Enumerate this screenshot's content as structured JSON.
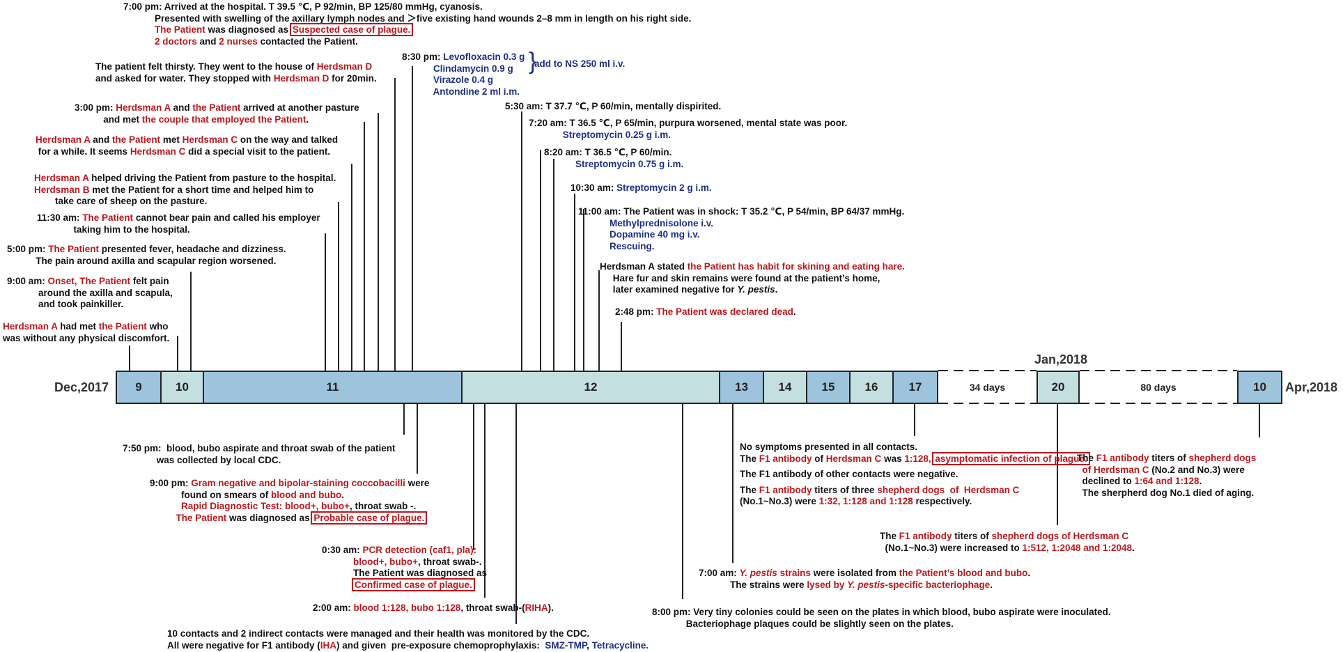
{
  "colors": {
    "red": "#c0161c",
    "blue": "#1c2e8c",
    "text": "#111111",
    "segment_dark": "#9ec3dc",
    "segment_light": "#c4dfe0"
  },
  "timeline": {
    "start_label": "Dec,2017",
    "end_label": "Apr,2018",
    "jan_label": "Jan,2018",
    "segments": [
      {
        "label": "9"
      },
      {
        "label": "10"
      },
      {
        "label": "11"
      },
      {
        "label": "12"
      },
      {
        "label": "13"
      },
      {
        "label": "14"
      },
      {
        "label": "15"
      },
      {
        "label": "16"
      },
      {
        "label": "17"
      },
      {
        "label": "20"
      },
      {
        "label": "10"
      }
    ],
    "gaps": [
      {
        "label": "34 days"
      },
      {
        "label": "80 days"
      }
    ]
  },
  "brace": {
    "label": "add to NS 250 ml i.v."
  },
  "annotations": [
    {
      "lines": [
        [
          {
            "t": "7:00 pm: Arrived at the hospital. T 39.5 ℃, P 92/min, BP 125/80 mmHg, cyanosis.",
            "c": "k"
          }
        ],
        [
          {
            "t": "            Presented with swelling of the axillary lymph nodes and ＞five existing hand wounds 2–8 mm in length on his right side.",
            "c": "k"
          }
        ],
        [
          {
            "t": "            ",
            "c": "k"
          },
          {
            "t": "The Patient",
            "c": "r"
          },
          {
            "t": " was diagnosed as ",
            "c": "k"
          },
          {
            "t": "Suspected case of plague.",
            "c": "r",
            "box": true
          }
        ],
        [
          {
            "t": "            ",
            "c": "k"
          },
          {
            "t": "2 doctors",
            "c": "r"
          },
          {
            "t": " and ",
            "c": "k"
          },
          {
            "t": "2 nurses",
            "c": "r"
          },
          {
            "t": " contacted the Patient.",
            "c": "k"
          }
        ]
      ]
    },
    {
      "lines": [
        [
          {
            "t": "8:30 pm: ",
            "c": "k"
          },
          {
            "t": "Levofloxacin 0.3 g",
            "c": "b"
          }
        ],
        [
          {
            "t": "            ",
            "c": "k"
          },
          {
            "t": "Clindamycin 0.9 g",
            "c": "b"
          }
        ],
        [
          {
            "t": "            ",
            "c": "k"
          },
          {
            "t": "Virazole 0.4 g",
            "c": "b"
          }
        ],
        [
          {
            "t": "            ",
            "c": "k"
          },
          {
            "t": "Antondine 2 ml i.m.",
            "c": "b"
          }
        ]
      ]
    },
    {
      "lines": [
        [
          {
            "t": "The patient felt thirsty. They went to the house of ",
            "c": "k"
          },
          {
            "t": "Herdsman D",
            "c": "r"
          }
        ],
        [
          {
            "t": "and asked for water. They stopped with ",
            "c": "k"
          },
          {
            "t": "Herdsman D",
            "c": "r"
          },
          {
            "t": " for 20min.",
            "c": "k"
          }
        ]
      ]
    },
    {
      "lines": [
        [
          {
            "t": "3:00 pm: ",
            "c": "k"
          },
          {
            "t": "Herdsman A",
            "c": "r"
          },
          {
            "t": " and ",
            "c": "k"
          },
          {
            "t": "the Patient",
            "c": "r"
          },
          {
            "t": " arrived at another pasture",
            "c": "k"
          }
        ],
        [
          {
            "t": "           and met ",
            "c": "k"
          },
          {
            "t": "the couple that employed the Patient",
            "c": "r"
          },
          {
            "t": ".",
            "c": "k"
          }
        ]
      ]
    },
    {
      "lines": [
        [
          {
            "t": "Herdsman A",
            "c": "r"
          },
          {
            "t": " and ",
            "c": "k"
          },
          {
            "t": "the Patient",
            "c": "r"
          },
          {
            "t": " met ",
            "c": "k"
          },
          {
            "t": "Herdsman C",
            "c": "r"
          },
          {
            "t": " on the way and talked",
            "c": "k"
          }
        ],
        [
          {
            "t": " for a while. It seems ",
            "c": "k"
          },
          {
            "t": "Herdsman C",
            "c": "r"
          },
          {
            "t": " did a special visit to the patient.",
            "c": "k"
          }
        ]
      ]
    },
    {
      "lines": [
        [
          {
            "t": "Herdsman A",
            "c": "r"
          },
          {
            "t": " helped driving the Patient from pasture to the hospital.",
            "c": "k"
          }
        ],
        [
          {
            "t": "Herdsman B",
            "c": "r"
          },
          {
            "t": " met the Patient for a short time and helped him to",
            "c": "k"
          }
        ],
        [
          {
            "t": "        take care of sheep on the pasture.",
            "c": "k"
          }
        ]
      ]
    },
    {
      "lines": [
        [
          {
            "t": "11:30 am: ",
            "c": "k"
          },
          {
            "t": "The Patient",
            "c": "r"
          },
          {
            "t": " cannot bear pain and called his employer",
            "c": "k"
          }
        ],
        [
          {
            "t": "              taking him to the hospital.",
            "c": "k"
          }
        ]
      ]
    },
    {
      "lines": [
        [
          {
            "t": "5:00 pm: ",
            "c": "k"
          },
          {
            "t": "The Patient",
            "c": "r"
          },
          {
            "t": " presented fever, headache and dizziness.",
            "c": "k"
          }
        ],
        [
          {
            "t": "           The pain around axilla and scapular region worsened.",
            "c": "k"
          }
        ]
      ]
    },
    {
      "lines": [
        [
          {
            "t": "9:00 am: ",
            "c": "k"
          },
          {
            "t": "Onset, The Patient",
            "c": "r"
          },
          {
            "t": " felt pain",
            "c": "k"
          }
        ],
        [
          {
            "t": "            around the axilla and scapula,",
            "c": "k"
          }
        ],
        [
          {
            "t": "            and took painkiller.",
            "c": "k"
          }
        ]
      ]
    },
    {
      "lines": [
        [
          {
            "t": "Herdsman A",
            "c": "r"
          },
          {
            "t": " had met ",
            "c": "k"
          },
          {
            "t": "the Patient",
            "c": "r"
          },
          {
            "t": " who",
            "c": "k"
          }
        ],
        [
          {
            "t": "was without any physical discomfort.",
            "c": "k"
          }
        ]
      ]
    },
    {
      "lines": [
        [
          {
            "t": "5:30 am: T 37.7 ℃, P 60/min, mentally dispirited.",
            "c": "k"
          }
        ]
      ]
    },
    {
      "lines": [
        [
          {
            "t": "7:20 am: T 36.5 ℃, P 65/min, purpura worsened, mental state was poor.",
            "c": "k"
          }
        ],
        [
          {
            "t": "             ",
            "c": "k"
          },
          {
            "t": "Streptomycin 0.25 g i.m.",
            "c": "b"
          }
        ]
      ]
    },
    {
      "lines": [
        [
          {
            "t": "8:20 am: T 36.5 ℃, P 60/min.",
            "c": "k"
          }
        ],
        [
          {
            "t": "            ",
            "c": "k"
          },
          {
            "t": "Streptomycin 0.75 g i.m.",
            "c": "b"
          }
        ]
      ]
    },
    {
      "lines": [
        [
          {
            "t": "10:30 am: ",
            "c": "k"
          },
          {
            "t": "Streptomycin 2 g i.m.",
            "c": "b"
          }
        ]
      ]
    },
    {
      "lines": [
        [
          {
            "t": "11:00 am: The Patient was in shock: T 35.2 ℃, P 54/min, BP 64/37 mmHg.",
            "c": "k"
          }
        ],
        [
          {
            "t": "            ",
            "c": "k"
          },
          {
            "t": "Methylprednisolone i.v.",
            "c": "b"
          }
        ],
        [
          {
            "t": "            ",
            "c": "k"
          },
          {
            "t": "Dopamine 40 mg i.v.",
            "c": "b"
          }
        ],
        [
          {
            "t": "            ",
            "c": "k"
          },
          {
            "t": "Rescuing.",
            "c": "b"
          }
        ]
      ]
    },
    {
      "lines": [
        [
          {
            "t": "Herdsman A stated ",
            "c": "k"
          },
          {
            "t": "the Patient has habit for skining and eating hare.",
            "c": "r"
          }
        ],
        [
          {
            "t": "     Hare fur and skin remains were found at the patient’s home,",
            "c": "k"
          }
        ],
        [
          {
            "t": "     later examined negative for ",
            "c": "k"
          },
          {
            "t": "Y. pestis",
            "c": "k",
            "i": true
          },
          {
            "t": ".",
            "c": "k"
          }
        ]
      ]
    },
    {
      "lines": [
        [
          {
            "t": "2:48 pm: ",
            "c": "k"
          },
          {
            "t": "The Patient was declared dead",
            "c": "r"
          },
          {
            "t": ".",
            "c": "k"
          }
        ]
      ]
    },
    {
      "lines": [
        [
          {
            "t": "7:50 pm:  blood, bubo aspirate and throat swab of the patient",
            "c": "k"
          }
        ],
        [
          {
            "t": "             was collected by local CDC.",
            "c": "k"
          }
        ]
      ]
    },
    {
      "lines": [
        [
          {
            "t": "9:00 pm: ",
            "c": "k"
          },
          {
            "t": "Gram negative and bipolar-staining coccobacilli",
            "c": "r"
          },
          {
            "t": " were",
            "c": "k"
          }
        ],
        [
          {
            "t": "            found on smears of ",
            "c": "k"
          },
          {
            "t": "blood and bubo",
            "c": "r"
          },
          {
            "t": ".",
            "c": "k"
          }
        ],
        [
          {
            "t": "            ",
            "c": "k"
          },
          {
            "t": "Rapid Diagnostic Test: blood+, bubo+",
            "c": "r"
          },
          {
            "t": ", throat swab -.",
            "c": "k"
          }
        ],
        [
          {
            "t": "          ",
            "c": "k"
          },
          {
            "t": "The Patient",
            "c": "r"
          },
          {
            "t": " was diagnosed as ",
            "c": "k"
          },
          {
            "t": "Probable case of plague.",
            "c": "r",
            "box": true
          }
        ]
      ]
    },
    {
      "lines": [
        [
          {
            "t": "0:30 am: ",
            "c": "k"
          },
          {
            "t": "PCR detection (caf1, pla):",
            "c": "r"
          }
        ],
        [
          {
            "t": "            ",
            "c": "k"
          },
          {
            "t": "blood+, bubo+",
            "c": "r"
          },
          {
            "t": ", throat swab-.",
            "c": "k"
          }
        ],
        [
          {
            "t": "            The Patient was diagnosed as",
            "c": "k"
          }
        ],
        [
          {
            "t": "            ",
            "c": "k"
          },
          {
            "t": "Confirmed case of plague.",
            "c": "r",
            "box": true
          }
        ]
      ]
    },
    {
      "lines": [
        [
          {
            "t": "2:00 am: ",
            "c": "k"
          },
          {
            "t": "blood 1:128, bubo 1:128",
            "c": "r"
          },
          {
            "t": ", throat swab-(",
            "c": "k"
          },
          {
            "t": "RIHA",
            "c": "r"
          },
          {
            "t": ").",
            "c": "k"
          }
        ]
      ]
    },
    {
      "lines": [
        [
          {
            "t": "10 contacts and 2 indirect contacts were managed and their health was monitored by the CDC.",
            "c": "k"
          }
        ],
        [
          {
            "t": "All were negative for F1 antibody (",
            "c": "k"
          },
          {
            "t": "IHA",
            "c": "r"
          },
          {
            "t": ") and given  pre-exposure chemoprophylaxis:  ",
            "c": "k"
          },
          {
            "t": "SMZ-TMP",
            "c": "b"
          },
          {
            "t": ", ",
            "c": "k"
          },
          {
            "t": "Tetracycline.",
            "c": "b"
          }
        ]
      ]
    },
    {
      "lines": [
        [
          {
            "t": "No symptoms presented in all contacts.",
            "c": "k"
          }
        ],
        [
          {
            "t": "The ",
            "c": "k"
          },
          {
            "t": "F1 antibody",
            "c": "r"
          },
          {
            "t": " of ",
            "c": "k"
          },
          {
            "t": "Herdsman C",
            "c": "r"
          },
          {
            "t": " was ",
            "c": "k"
          },
          {
            "t": "1:128, ",
            "c": "r"
          },
          {
            "t": "asymptomatic infection of plague.",
            "c": "r",
            "box": true
          }
        ],
        [
          {
            "t": "",
            "c": "k"
          }
        ],
        [
          {
            "t": "The F1 antibody of other contacts were negative.",
            "c": "k"
          }
        ],
        [
          {
            "t": "",
            "c": "k"
          }
        ],
        [
          {
            "t": "The ",
            "c": "k"
          },
          {
            "t": "F1 antibody",
            "c": "r"
          },
          {
            "t": " titers of three ",
            "c": "k"
          },
          {
            "t": "shepherd dogs  of  Herdsman C",
            "c": "r"
          }
        ],
        [
          {
            "t": "(No.1~No.3) were ",
            "c": "k"
          },
          {
            "t": "1:32, 1:128 and 1:128",
            "c": "r"
          },
          {
            "t": " respectively.",
            "c": "k"
          }
        ]
      ]
    },
    {
      "lines": [
        [
          {
            "t": "7:00 am: ",
            "c": "k"
          },
          {
            "t": "Y. pestis",
            "c": "r",
            "i": true
          },
          {
            "t": " strains",
            "c": "r"
          },
          {
            "t": " were isolated from ",
            "c": "k"
          },
          {
            "t": "the Patient’s blood and bubo",
            "c": "r"
          },
          {
            "t": ".",
            "c": "k"
          }
        ],
        [
          {
            "t": "            The strains were ",
            "c": "k"
          },
          {
            "t": "lysed by ",
            "c": "r"
          },
          {
            "t": "Y. pestis",
            "c": "r",
            "i": true
          },
          {
            "t": "-specific bacteriophage",
            "c": "r"
          },
          {
            "t": ".",
            "c": "k"
          }
        ]
      ]
    },
    {
      "lines": [
        [
          {
            "t": "8:00 pm: Very tiny colonies could be seen on the plates in which blood, bubo aspirate were inoculated.",
            "c": "k"
          }
        ],
        [
          {
            "t": "             Bacteriophage plaques could be slightly seen on the plates.",
            "c": "k"
          }
        ]
      ]
    },
    {
      "lines": [
        [
          {
            "t": "The ",
            "c": "k"
          },
          {
            "t": "F1 antibody",
            "c": "r"
          },
          {
            "t": " titers of ",
            "c": "k"
          },
          {
            "t": "shepherd dogs of Herdsman C",
            "c": "r"
          }
        ],
        [
          {
            "t": "  (No.1~No.3) were increased to ",
            "c": "k"
          },
          {
            "t": "1:512, 1:2048 and 1:2048",
            "c": "r"
          },
          {
            "t": ".",
            "c": "k"
          }
        ]
      ]
    },
    {
      "lines": [
        [
          {
            "t": "The ",
            "c": "k"
          },
          {
            "t": "F1 antibody",
            "c": "r"
          },
          {
            "t": " titers of ",
            "c": "k"
          },
          {
            "t": "shepherd dogs",
            "c": "r"
          }
        ],
        [
          {
            "t": "  ",
            "c": "k"
          },
          {
            "t": "of Herdsman C",
            "c": "r"
          },
          {
            "t": " (No.2 and No.3) were",
            "c": "k"
          }
        ],
        [
          {
            "t": "  declined to ",
            "c": "k"
          },
          {
            "t": "1:64 and 1:128",
            "c": "r"
          },
          {
            "t": ".",
            "c": "k"
          }
        ],
        [
          {
            "t": "  The sherpherd dog No.1 died of aging.",
            "c": "k"
          }
        ]
      ]
    }
  ]
}
